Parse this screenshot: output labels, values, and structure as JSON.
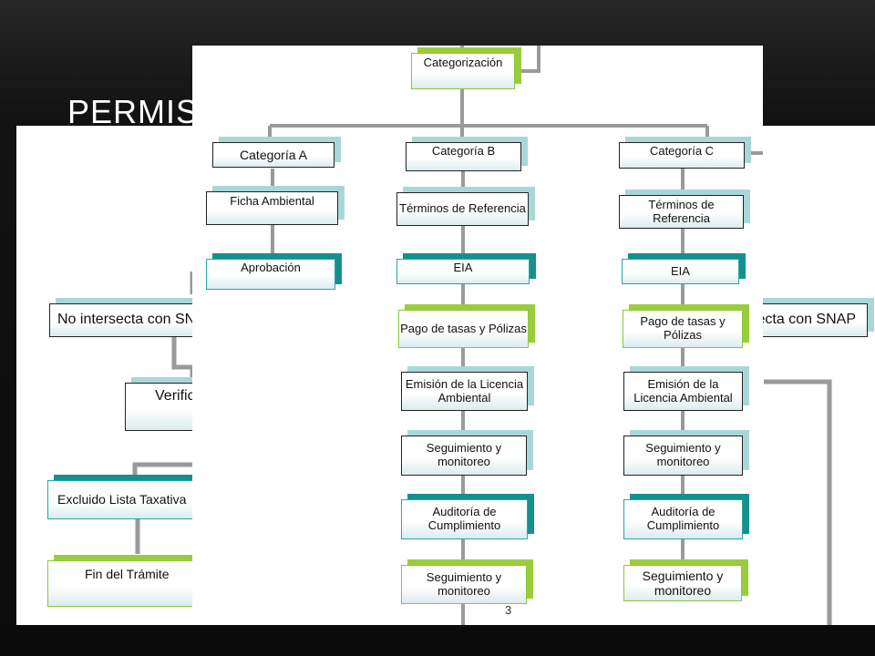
{
  "slide": {
    "title": "PERMISOS"
  },
  "back_flowchart": {
    "no_intersecta": "No intersecta con SNAP",
    "intersecta": "Intersecta con SNAP",
    "verificacion": "Verificación",
    "excluido": "Excluido Lista Taxativa",
    "fin_tramite": "Fin del Trámite"
  },
  "front_flowchart": {
    "categorizacion": "Categorización",
    "page_number": "3",
    "columns": [
      {
        "header": "Categoría A",
        "steps": [
          "Ficha Ambiental",
          "Aprobación"
        ]
      },
      {
        "header": "Categoría B",
        "steps": [
          "Términos de Referencia",
          "EIA",
          "Pago de tasas y Pólizas",
          "Emisión de la Licencia Ambiental",
          "Seguimiento y monitoreo",
          "Auditoría de Cumplimiento",
          "Seguimiento y monitoreo"
        ]
      },
      {
        "header": "Categoría C",
        "steps": [
          "Términos de Referencia",
          "EIA",
          "Pago de tasas y Pólizas",
          "Emisión de la Licencia Ambiental",
          "Seguimiento y monitoreo",
          "Auditoría de Cumplimiento",
          "Seguimiento y monitoreo"
        ]
      }
    ]
  }
}
